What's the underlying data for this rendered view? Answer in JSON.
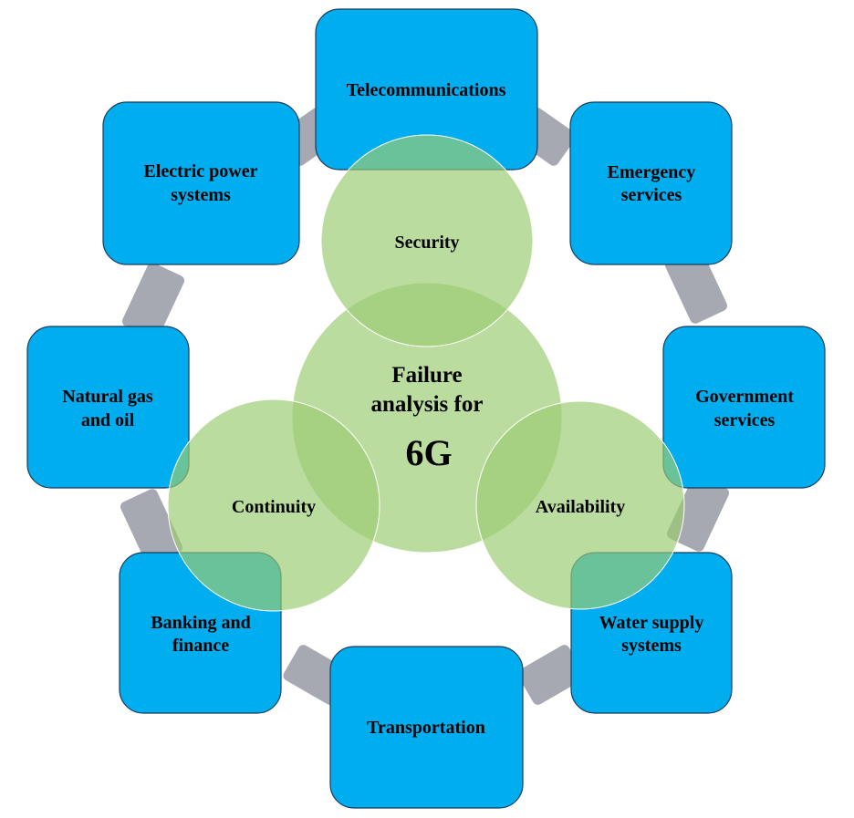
{
  "colors": {
    "box_fill": "#00AEEF",
    "box_stroke": "#1b3a57",
    "connector_fill": "#A6A8B2",
    "circle_fill": "#9BCB71",
    "circle_opacity": 0.68,
    "circle_stroke": "#ffffff"
  },
  "boxes": [
    {
      "id": "telecommunications",
      "lines": [
        "Telecommunications"
      ]
    },
    {
      "id": "emergency-services",
      "lines": [
        "Emergency",
        "services"
      ]
    },
    {
      "id": "government-services",
      "lines": [
        "Government",
        "services"
      ]
    },
    {
      "id": "water-supply-systems",
      "lines": [
        "Water supply",
        "systems"
      ]
    },
    {
      "id": "transportation",
      "lines": [
        "Transportation"
      ]
    },
    {
      "id": "banking-and-finance",
      "lines": [
        "Banking and",
        "finance"
      ]
    },
    {
      "id": "natural-gas-and-oil",
      "lines": [
        "Natural gas",
        "and oil"
      ]
    },
    {
      "id": "electric-power-systems",
      "lines": [
        "Electric power",
        "systems"
      ]
    }
  ],
  "circles": [
    {
      "id": "security",
      "label": "Security"
    },
    {
      "id": "continuity",
      "label": "Continuity"
    },
    {
      "id": "availability",
      "label": "Availability"
    }
  ],
  "center": {
    "line1": "Failure",
    "line2": "analysis for",
    "line3": "6G"
  }
}
